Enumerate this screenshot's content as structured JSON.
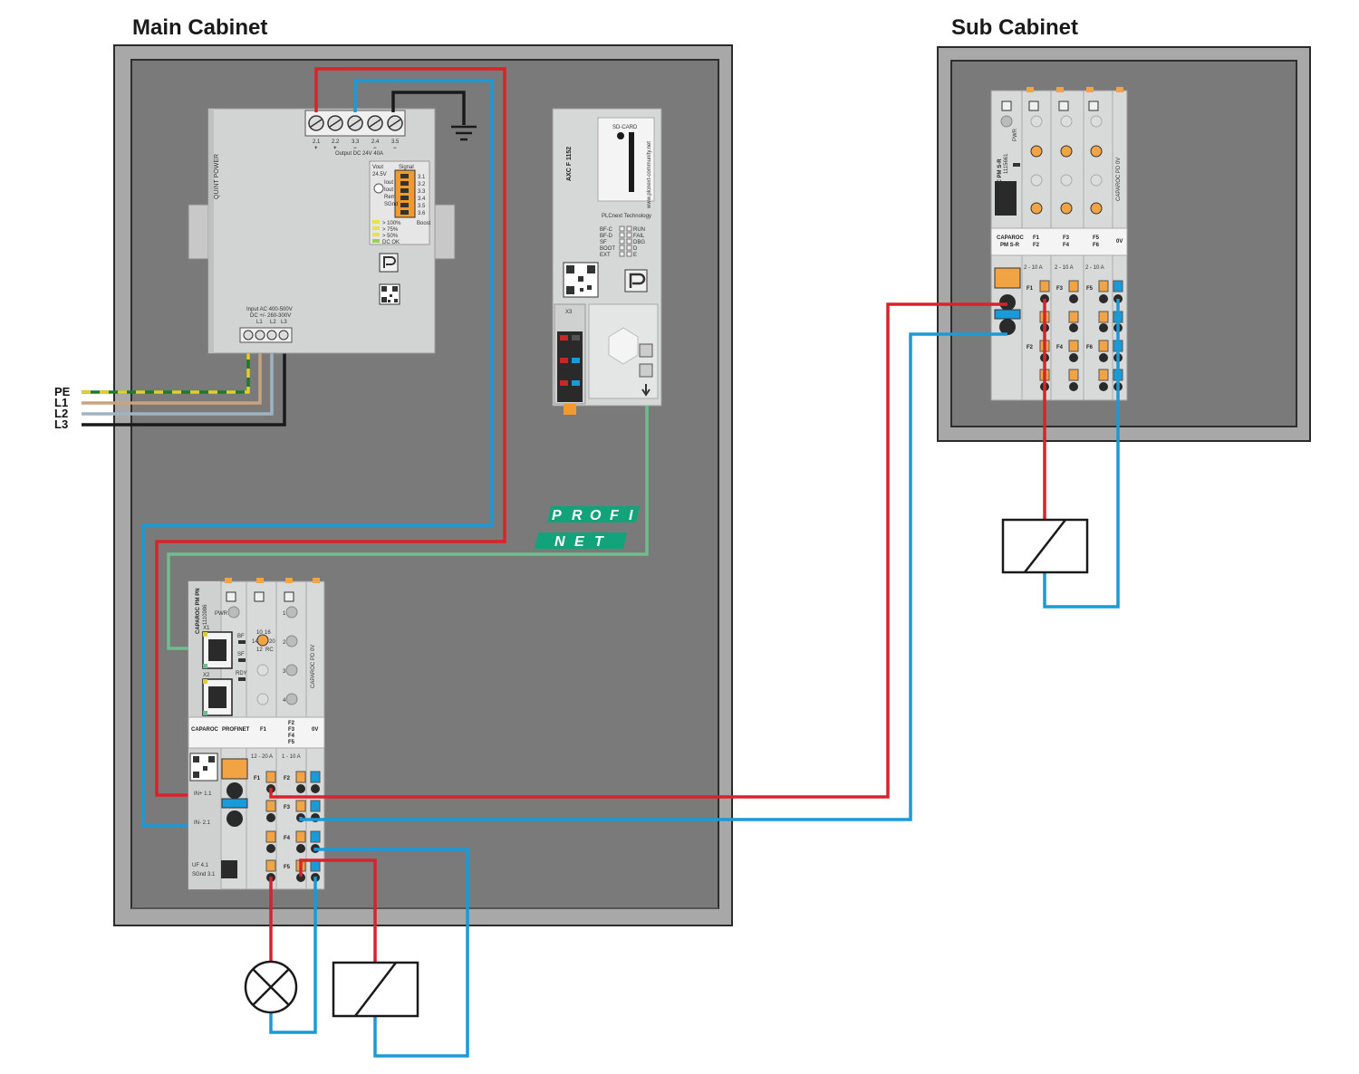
{
  "cabinets": {
    "main_title": "Main Cabinet",
    "sub_title": "Sub Cabinet"
  },
  "supply_phases": [
    "PE",
    "L1",
    "L2",
    "L3"
  ],
  "power_supply": {
    "brand": "QUINT POWER",
    "output_label": "Output DC 24V 40A",
    "output_terminals": [
      "2.1",
      "2.2",
      "3.3",
      "2.4",
      "3.5"
    ],
    "output_polarity": [
      "+",
      "+",
      "−",
      "−",
      "−"
    ],
    "signal_title": "Signal",
    "signal_terminals": [
      "3.1",
      "3.2",
      "3.3",
      "3.4",
      "3.5",
      "3.6"
    ],
    "signal_labels": [
      "Vout",
      "24.5V",
      "Iout",
      "Iout",
      "Boost",
      "Rem",
      "SGnd"
    ],
    "led_labels": [
      "> 100%",
      "> 75%",
      "> 50%",
      "DC OK"
    ],
    "input_label": "Input AC 400-500V",
    "input_label2": "DC +/- 260-300V",
    "input_terminals": [
      "L1",
      "L2",
      "L3"
    ]
  },
  "controller": {
    "model": "AXC F 1152",
    "sdcard": "SD-CARD",
    "website": "www.plcnext-community.net",
    "brand": "PLCnext Technology",
    "status_left": [
      "BF-C",
      "BF-D",
      "SF",
      "BOOT",
      "EXT"
    ],
    "status_right": [
      "RUN",
      "FAIL",
      "DBG",
      "D",
      "E"
    ],
    "port": "X3"
  },
  "profinet": {
    "line1": [
      "P",
      "R",
      "O",
      "F",
      "I"
    ],
    "line2": [
      "N",
      "E",
      "T"
    ]
  },
  "caparoc_main": {
    "model": "CAPAROC PM PN",
    "order": "1110986",
    "pwr": "PWR",
    "ports": [
      "X1",
      "X2"
    ],
    "status": [
      "BF",
      "SF",
      "RDY"
    ],
    "side_label": "CAPAROC PD 0V",
    "strip": [
      "CAPAROC",
      "PROFINET",
      "F1",
      "F2\nF3\nF4\nF5",
      "0V"
    ],
    "ratings": [
      "12 - 20 A",
      "1 - 10 A"
    ],
    "fuses": [
      "F1",
      "F2",
      "F3",
      "F4",
      "F5"
    ],
    "inputs": [
      "IN+ 1.1",
      "IN- 2.1"
    ],
    "signals": [
      "UF 4.1",
      "SGnd 3.1"
    ],
    "dial": [
      "10",
      "16",
      "14",
      "20",
      "12",
      "RC"
    ]
  },
  "caparoc_sub": {
    "model": "CAPAROC PM S-R",
    "order": "1115661",
    "pwr": "PWR",
    "side_label": "CAPAROC PD 0V",
    "strip": [
      "CAPAROC\nPM S-R",
      "F1\nF2",
      "F3\nF4",
      "F5\nF6",
      "0V"
    ],
    "ratings": [
      "2 - 10 A",
      "2 - 10 A",
      "2 - 10 A"
    ],
    "fuses": [
      "F1",
      "F3",
      "F5",
      "F2",
      "F4",
      "F6"
    ]
  },
  "colors": {
    "cabinet_frame": "#a8a8a8",
    "cabinet_inner": "#7a7a7a",
    "wire_red": "#d9222a",
    "wire_blue": "#1a9ad6",
    "wire_black": "#1a1a1a",
    "wire_brown": "#c9a27e",
    "wire_grey": "#9fb3c2",
    "wire_green": "#6dbe8c",
    "profinet": "#13a37a",
    "module_body": "#d9d9d9",
    "terminal_orange": "#f2a444"
  }
}
